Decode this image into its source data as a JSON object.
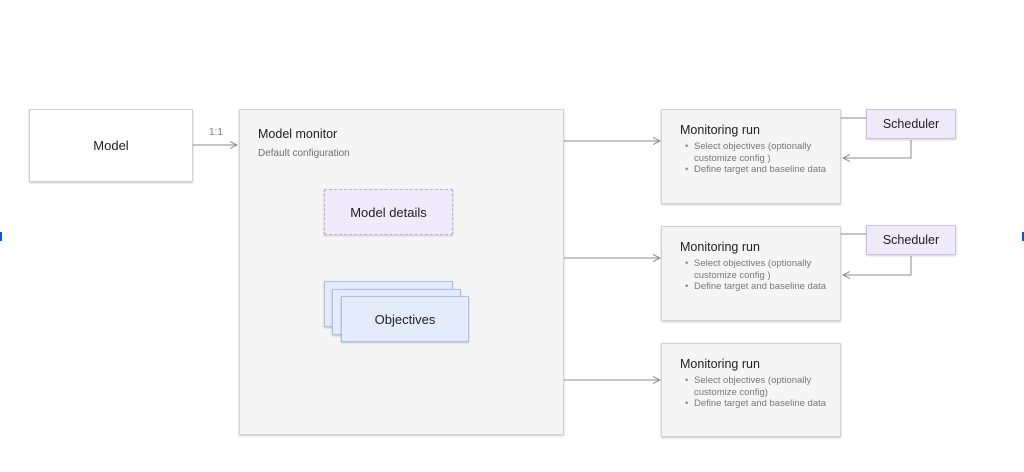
{
  "model": {
    "label": "Model"
  },
  "ratio_label": "1:1",
  "model_monitor": {
    "title": "Model monitor",
    "subtitle": "Default configuration",
    "model_details": "Model details",
    "objectives": "Objectives"
  },
  "monitoring_runs": [
    {
      "title": "Monitoring run",
      "bullets": [
        "Select objectives (optionally customize config )",
        "Define target and baseline data"
      ],
      "scheduler": "Scheduler"
    },
    {
      "title": "Monitoring run",
      "bullets": [
        "Select objectives (optionally customize config )",
        "Define target and baseline data"
      ],
      "scheduler": "Scheduler"
    },
    {
      "title": "Monitoring run",
      "bullets": [
        "Select objectives (optionally customize config)",
        "Define target and baseline data"
      ]
    }
  ],
  "colors": {
    "connector": "#8c8c8c",
    "purple_fill": "#eeeaf9",
    "blue_fill": "#e4ecfb",
    "grey_fill": "#f5f5f5",
    "edge_marker": "#0b57d0"
  }
}
